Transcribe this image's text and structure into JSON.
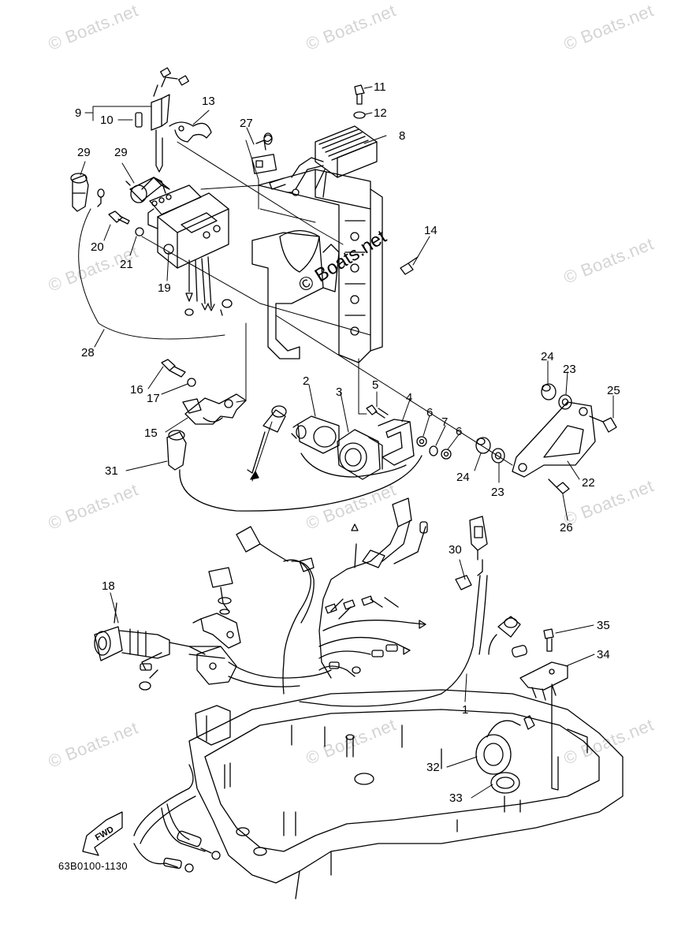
{
  "diagram": {
    "code": "63B0100-1130",
    "direction_label": "FWD",
    "watermark_text": "© Boats.net",
    "callouts": [
      {
        "id": "9",
        "label": "9"
      },
      {
        "id": "10",
        "label": "10"
      },
      {
        "id": "11",
        "label": "11"
      },
      {
        "id": "12",
        "label": "12"
      },
      {
        "id": "13",
        "label": "13"
      },
      {
        "id": "27",
        "label": "27"
      },
      {
        "id": "8",
        "label": "8"
      },
      {
        "id": "29a",
        "label": "29"
      },
      {
        "id": "29b",
        "label": "29"
      },
      {
        "id": "14",
        "label": "14"
      },
      {
        "id": "20",
        "label": "20"
      },
      {
        "id": "21",
        "label": "21"
      },
      {
        "id": "19",
        "label": "19"
      },
      {
        "id": "28",
        "label": "28"
      },
      {
        "id": "24a",
        "label": "24"
      },
      {
        "id": "23a",
        "label": "23"
      },
      {
        "id": "25",
        "label": "25"
      },
      {
        "id": "16",
        "label": "16"
      },
      {
        "id": "17",
        "label": "17"
      },
      {
        "id": "2",
        "label": "2"
      },
      {
        "id": "3",
        "label": "3"
      },
      {
        "id": "5",
        "label": "5"
      },
      {
        "id": "4",
        "label": "4"
      },
      {
        "id": "6a",
        "label": "6"
      },
      {
        "id": "7",
        "label": "7"
      },
      {
        "id": "6b",
        "label": "6"
      },
      {
        "id": "15",
        "label": "15"
      },
      {
        "id": "31",
        "label": "31"
      },
      {
        "id": "24b",
        "label": "24"
      },
      {
        "id": "23b",
        "label": "23"
      },
      {
        "id": "22",
        "label": "22"
      },
      {
        "id": "26",
        "label": "26"
      },
      {
        "id": "30",
        "label": "30"
      },
      {
        "id": "18",
        "label": "18"
      },
      {
        "id": "35",
        "label": "35"
      },
      {
        "id": "34",
        "label": "34"
      },
      {
        "id": "1",
        "label": "1"
      },
      {
        "id": "32",
        "label": "32"
      },
      {
        "id": "33",
        "label": "33"
      }
    ]
  }
}
